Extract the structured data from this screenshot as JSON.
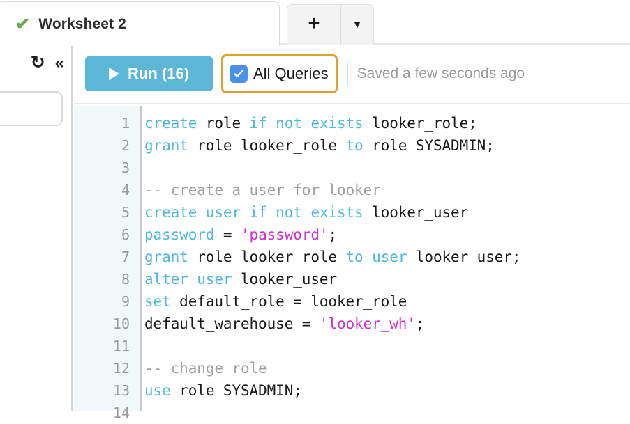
{
  "tabbar": {
    "active_tab": {
      "title": "Worksheet 2",
      "status_icon": "check-icon"
    },
    "add_tab_label": "+",
    "dropdown_caret_label": "▼"
  },
  "left_panel": {
    "refresh_icon_label": "↻",
    "collapse_icon_label": "«",
    "search_value": "",
    "search_placeholder": ""
  },
  "toolbar": {
    "run_label": "Run (16)",
    "run_count": 16,
    "play_icon": "play-icon",
    "all_queries_label": "All Queries",
    "all_queries_checked": true,
    "saved_status": "Saved a few seconds ago",
    "colors": {
      "run_button": "#5cb7d6",
      "checkbox": "#4c90e6",
      "focus_ring": "#e3a02f",
      "muted_text": "#9b9b9b"
    }
  },
  "editor": {
    "language": "sql",
    "first_visible_line": 1,
    "last_visible_line": 14,
    "gutter_background": "#f2f8fa",
    "lines": [
      {
        "n": "1",
        "tokens": [
          {
            "t": "create",
            "c": "kw"
          },
          {
            "t": " role ",
            "c": "pln"
          },
          {
            "t": "if not exists",
            "c": "kw"
          },
          {
            "t": " looker_role;",
            "c": "pln"
          }
        ]
      },
      {
        "n": "2",
        "tokens": [
          {
            "t": "grant",
            "c": "kw"
          },
          {
            "t": " role looker_role ",
            "c": "pln"
          },
          {
            "t": "to",
            "c": "kw"
          },
          {
            "t": " role SYSADMIN;",
            "c": "pln"
          }
        ]
      },
      {
        "n": "3",
        "tokens": []
      },
      {
        "n": "4",
        "tokens": [
          {
            "t": "-- create a user for looker",
            "c": "cmt"
          }
        ]
      },
      {
        "n": "5",
        "tokens": [
          {
            "t": "create user if not exists",
            "c": "kw"
          },
          {
            "t": " looker_user",
            "c": "pln"
          }
        ]
      },
      {
        "n": "6",
        "tokens": [
          {
            "t": "password",
            "c": "kw"
          },
          {
            "t": " = ",
            "c": "pln"
          },
          {
            "t": "'password'",
            "c": "str"
          },
          {
            "t": ";",
            "c": "pln"
          }
        ]
      },
      {
        "n": "7",
        "tokens": [
          {
            "t": "grant",
            "c": "kw"
          },
          {
            "t": " role looker_role ",
            "c": "pln"
          },
          {
            "t": "to user",
            "c": "kw"
          },
          {
            "t": " looker_user;",
            "c": "pln"
          }
        ]
      },
      {
        "n": "8",
        "tokens": [
          {
            "t": "alter user",
            "c": "kw"
          },
          {
            "t": " looker_user",
            "c": "pln"
          }
        ]
      },
      {
        "n": "9",
        "tokens": [
          {
            "t": "set",
            "c": "kw"
          },
          {
            "t": " default_role = looker_role",
            "c": "pln"
          }
        ]
      },
      {
        "n": "10",
        "tokens": [
          {
            "t": "default_warehouse = ",
            "c": "pln"
          },
          {
            "t": "'looker_wh'",
            "c": "str"
          },
          {
            "t": ";",
            "c": "pln"
          }
        ]
      },
      {
        "n": "11",
        "tokens": []
      },
      {
        "n": "12",
        "tokens": [
          {
            "t": "-- change role",
            "c": "cmt"
          }
        ]
      },
      {
        "n": "13",
        "tokens": [
          {
            "t": "use",
            "c": "kw"
          },
          {
            "t": " role SYSADMIN;",
            "c": "pln"
          }
        ]
      },
      {
        "n": "14",
        "tokens": []
      }
    ]
  }
}
